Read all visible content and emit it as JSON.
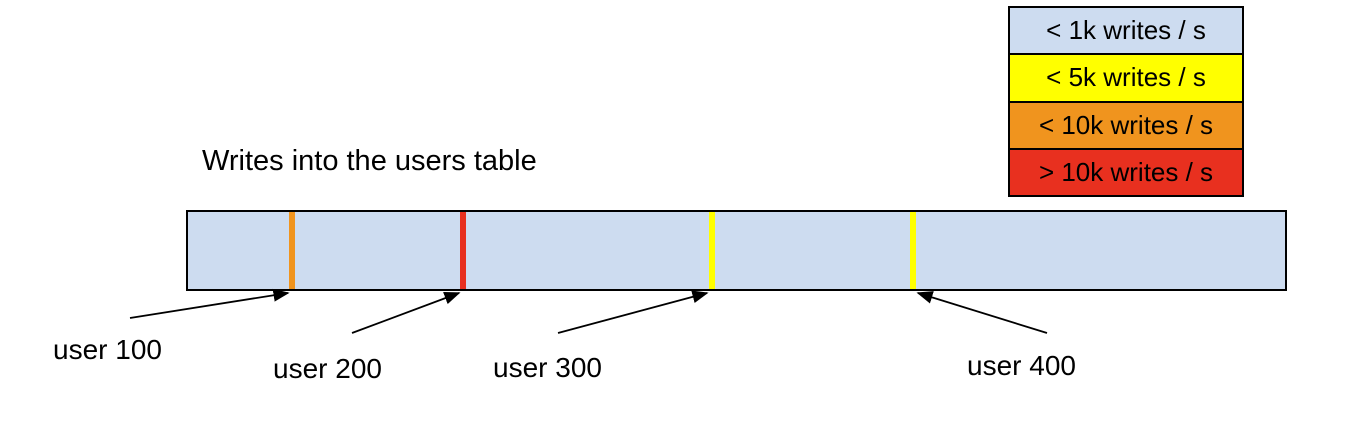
{
  "title": "Writes into the users table",
  "legend": {
    "items": [
      {
        "label": "< 1k writes / s",
        "color": "#cddcf0",
        "swatch_css": "background:#cddcf0"
      },
      {
        "label": "< 5k writes / s",
        "color": "#ffff00",
        "swatch_css": "background:#ffff00"
      },
      {
        "label": "< 10k writes / s",
        "color": "#f0941e",
        "swatch_css": "background:#f0941e"
      },
      {
        "label": "> 10k writes / s",
        "color": "#e8301f",
        "swatch_css": "background:#e8301f"
      }
    ]
  },
  "bar": {
    "fill": "#cddcf0",
    "fill_css": "background:#cddcf0",
    "border_color": "#000000",
    "marks": [
      {
        "user": "user 100",
        "rate": "< 10k writes / s",
        "color": "#f0941e",
        "css": "background:#f0941e"
      },
      {
        "user": "user 200",
        "rate": "> 10k writes / s",
        "color": "#e8301f",
        "css": "background:#e8301f"
      },
      {
        "user": "user 300",
        "rate": "< 5k writes / s",
        "color": "#ffff00",
        "css": "background:#ffff00"
      },
      {
        "user": "user 400",
        "rate": "< 5k writes / s",
        "color": "#ffff00",
        "css": "background:#ffff00"
      }
    ]
  },
  "labels": [
    {
      "text": "user 100"
    },
    {
      "text": "user 200"
    },
    {
      "text": "user 300"
    },
    {
      "text": "user 400"
    }
  ]
}
